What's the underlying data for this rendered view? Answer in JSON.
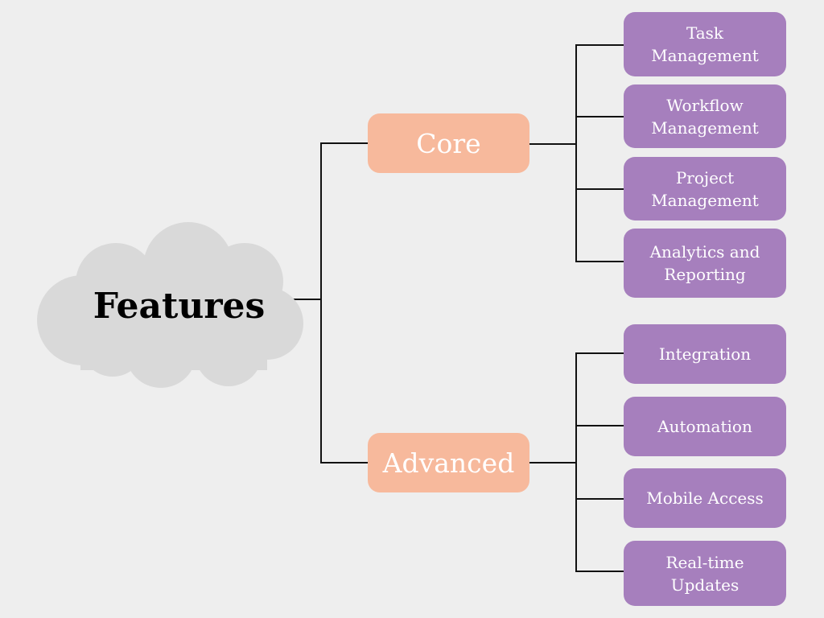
{
  "colors": {
    "background": "#eeeeee",
    "cloud": "#d9d9d9",
    "group_box": "#f7b99c",
    "leaf_box": "#a67fbd",
    "connector": "#111111",
    "root_text": "#000000",
    "box_text": "#ffffff"
  },
  "diagram": {
    "root": {
      "label": "Features",
      "icon": "cloud-shape"
    },
    "groups": [
      {
        "label": "Core",
        "items": [
          {
            "label": "Task\nManagement"
          },
          {
            "label": "Workflow\nManagement"
          },
          {
            "label": "Project\nManagement"
          },
          {
            "label": "Analytics and\nReporting"
          }
        ]
      },
      {
        "label": "Advanced",
        "items": [
          {
            "label": "Integration"
          },
          {
            "label": "Automation"
          },
          {
            "label": "Mobile Access"
          },
          {
            "label": "Real-time\nUpdates"
          }
        ]
      }
    ]
  }
}
